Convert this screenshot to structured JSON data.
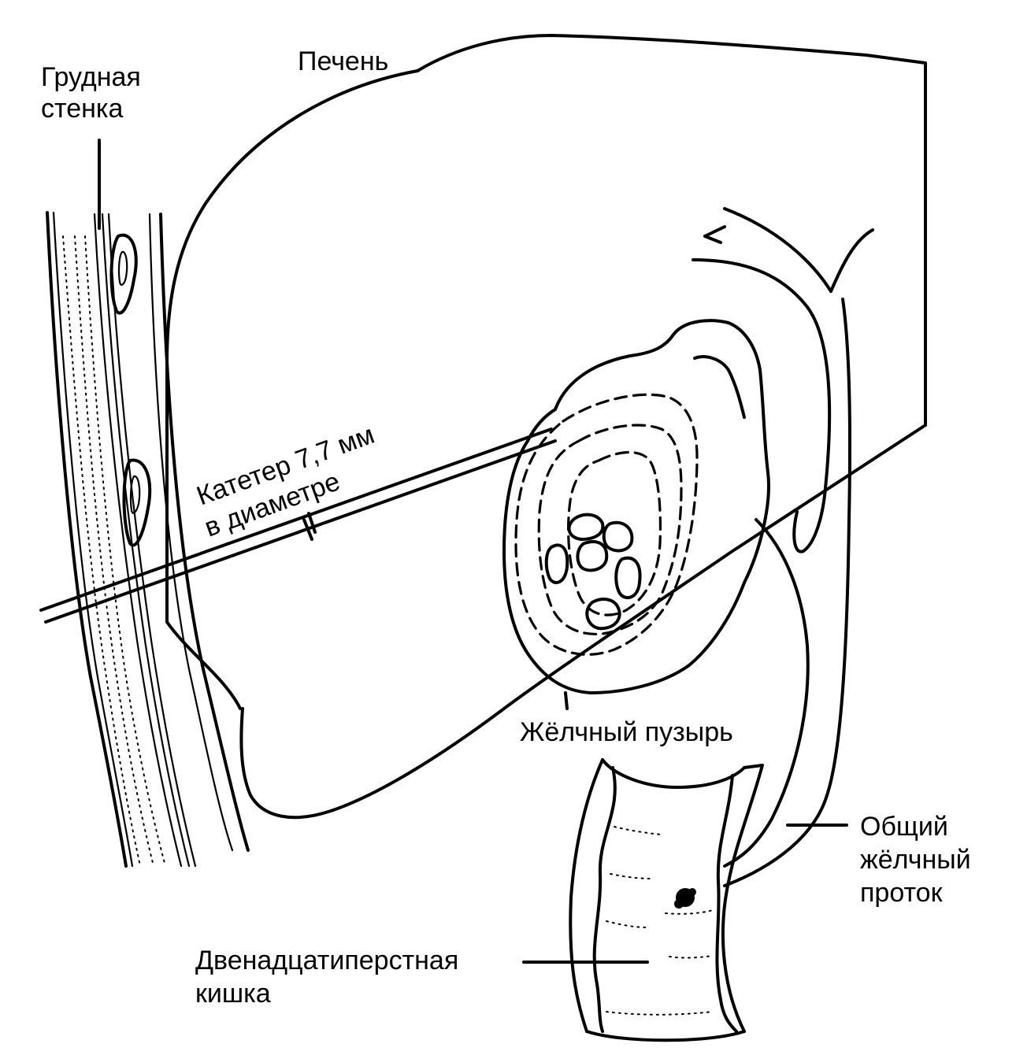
{
  "labels": {
    "chest_wall_line1": "Грудная",
    "chest_wall_line2": "стенка",
    "liver": "Печень",
    "catheter_line1": "Катетер 7,7 мм",
    "catheter_line2": "в диаметре",
    "gallbladder": "Жёлчный пузырь",
    "common_bile_duct_line1": "Общий",
    "common_bile_duct_line2": "жёлчный",
    "common_bile_duct_line3": "проток",
    "duodenum_line1": "Двенадцатиперстная",
    "duodenum_line2": "кишка"
  }
}
